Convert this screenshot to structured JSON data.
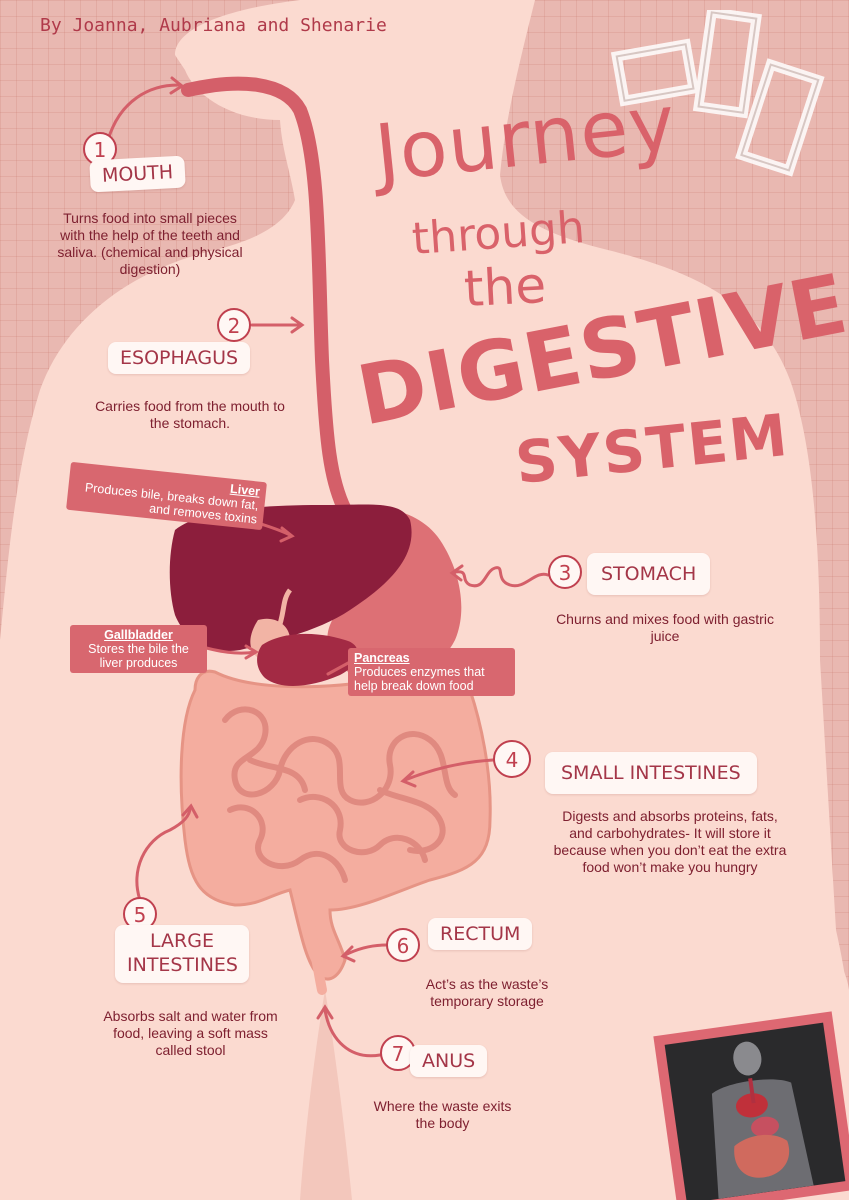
{
  "byline": "By Joanna, Aubriana and Shenarie",
  "title": {
    "line1": "Journey",
    "line2": "through",
    "line3": "the",
    "line4": "DIGESTIVE",
    "line5": "SYSTEM"
  },
  "steps": [
    {
      "number": "1",
      "name": "MOUTH",
      "description": "Turns food into small pieces with the help of the teeth and saliva. (chemical and physical digestion)"
    },
    {
      "number": "2",
      "name": "ESOPHAGUS",
      "description": "Carries food from the mouth to the stomach."
    },
    {
      "number": "3",
      "name": "STOMACH",
      "description": "Churns and mixes food with gastric juice"
    },
    {
      "number": "4",
      "name": "SMALL INTESTINES",
      "description": "Digests and absorbs proteins, fats, and carbohydrates- It will store it because when you don’t eat the extra food won’t make you hungry"
    },
    {
      "number": "5",
      "name": "LARGE INTESTINES",
      "description": "Absorbs salt and water from food, leaving a soft mass called stool"
    },
    {
      "number": "6",
      "name": "RECTUM",
      "description": "Act’s as the waste’s temporary storage"
    },
    {
      "number": "7",
      "name": "ANUS",
      "description": "Where the waste exits the body"
    }
  ],
  "organs": {
    "liver": {
      "name": "Liver",
      "description": "Produces bile, breaks down fat, and removes toxins"
    },
    "gallbladder": {
      "name": "Gallbladder",
      "description": "Stores the bile the liver produces"
    },
    "pancreas": {
      "name": "Pancreas",
      "description": "Produces enzymes that help break down food"
    }
  },
  "colors": {
    "background": "#e9b8b1",
    "body": "#fbdad0",
    "accent": "#d9626a",
    "liver": "#8c1e3c",
    "intestine": "#f09a8d",
    "label_text": "#a43648"
  }
}
